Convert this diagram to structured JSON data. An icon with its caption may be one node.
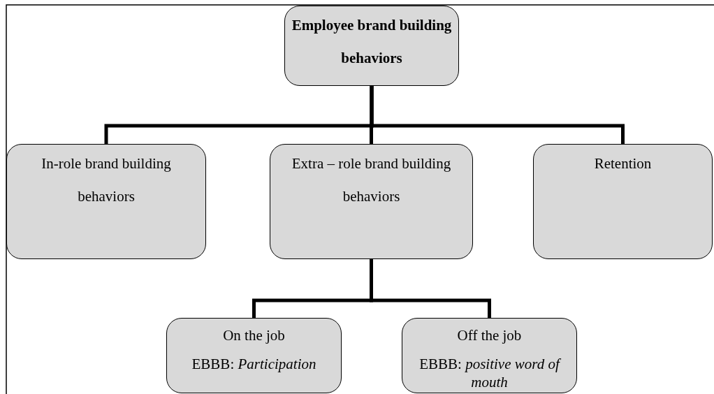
{
  "diagram": {
    "nodes": [
      {
        "text": [
          "Employee brand building behaviors"
        ]
      },
      {
        "text": [
          "In-role brand building behaviors"
        ]
      },
      {
        "text": [
          "Extra – role brand building behaviors"
        ]
      },
      {
        "text": [
          "Retention"
        ]
      },
      {
        "text": [
          "On the job",
          "EBBB: *Participation*"
        ]
      },
      {
        "text": [
          "Off the job",
          "EBBB: *positive word of mouth*"
        ]
      }
    ],
    "edges": [
      {
        "from": 0,
        "to": 1,
        "arrow": "none"
      },
      {
        "from": 0,
        "to": 2,
        "arrow": "none"
      },
      {
        "from": 0,
        "to": 3,
        "arrow": "none"
      },
      {
        "from": 2,
        "to": 4,
        "arrow": "none"
      },
      {
        "from": 2,
        "to": 5,
        "arrow": "none"
      }
    ]
  }
}
